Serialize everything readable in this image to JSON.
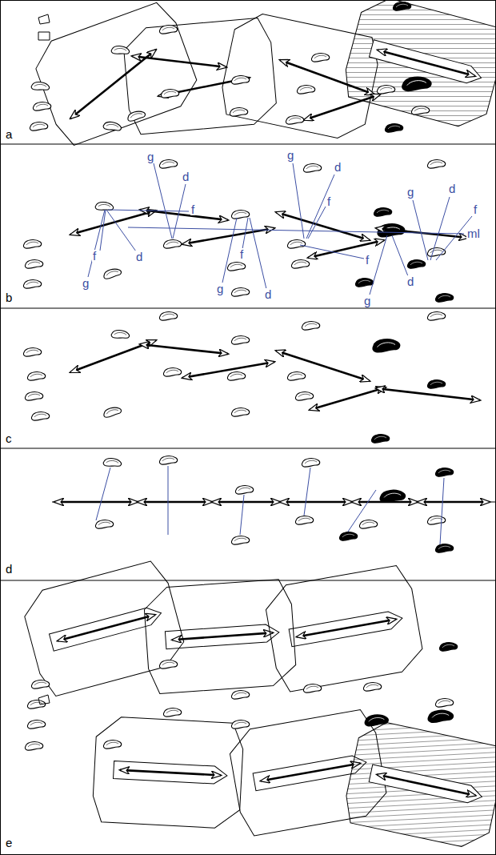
{
  "diagram": {
    "labels": [
      "a",
      "g",
      "g",
      "d",
      "d",
      "g",
      "d",
      "f",
      "f",
      "f",
      "ml",
      "f",
      "f",
      "d",
      "f",
      "d",
      "g",
      "g",
      "d",
      "g",
      "b",
      "c",
      "d",
      "e"
    ]
  }
}
